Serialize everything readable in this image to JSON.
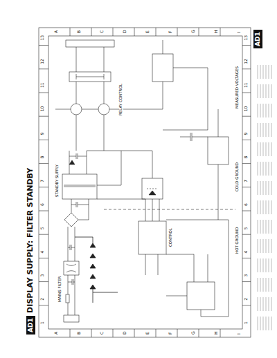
{
  "diagram": {
    "title": "DISPLAY SUPPLY: FILTER STANDBY",
    "nodes": [
      {
        "text": [
          "AD1"
        ]
      },
      {
        "text": [
          "AD1"
        ]
      }
    ],
    "labels": [
      "1",
      "2",
      "3",
      "4",
      "5",
      "6",
      "7",
      "8",
      "9",
      "10",
      "11",
      "12",
      "13",
      "1",
      "2",
      "3",
      "4",
      "5",
      "6",
      "7",
      "8",
      "9",
      "10",
      "11",
      "12",
      "13",
      "A",
      "B",
      "C",
      "D",
      "E",
      "F",
      "G",
      "H",
      "I",
      "A",
      "B",
      "C",
      "D",
      "E",
      "F",
      "G",
      "H",
      "I",
      "MAINS FILTER",
      "STANDBY SUPPLY",
      "CONTROL",
      "RELAY CONTROL",
      "HOT GROUND",
      "COLD GROUND",
      "MEASURED VOLTAGES"
    ]
  }
}
